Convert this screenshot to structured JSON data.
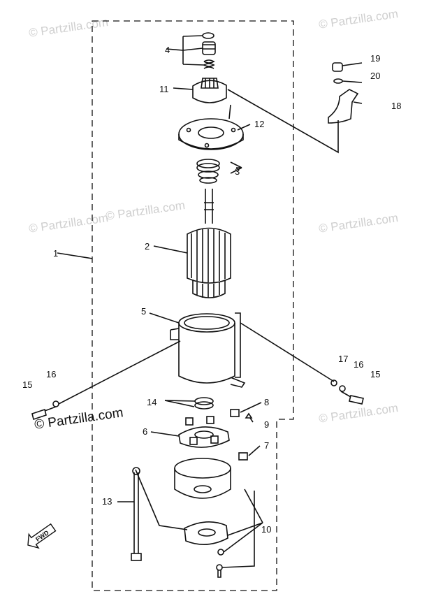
{
  "watermark": {
    "text": "© Partzilla.com",
    "strong_text": "© Partzilla.com"
  },
  "callouts": {
    "c1": "1",
    "c2": "2",
    "c3": "3",
    "c4": "4",
    "c5": "5",
    "c6": "6",
    "c7": "7",
    "c8": "8",
    "c9": "9",
    "c10": "10",
    "c11": "11",
    "c12": "12",
    "c13": "13",
    "c14": "14",
    "c15a": "15",
    "c15b": "15",
    "c16a": "16",
    "c16b": "16",
    "c17": "17",
    "c18": "18",
    "c19": "19",
    "c20": "20"
  },
  "fwd_label": "FWD",
  "colors": {
    "ink": "#111111",
    "watermark": "#cfcfcf",
    "paper": "#ffffff"
  }
}
